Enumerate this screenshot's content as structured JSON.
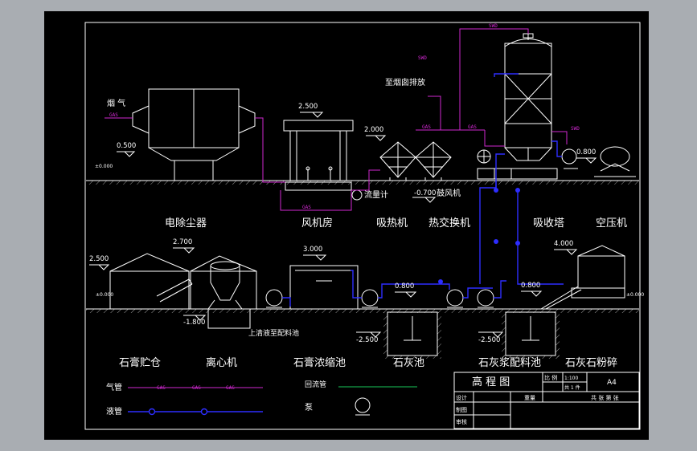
{
  "labels": {
    "smoke": "烟  气",
    "to_stack": "至烟囱排放",
    "flowmeter": "流量计",
    "blower": "鼓风机",
    "upper_liquid": "上清液至配料池"
  },
  "equipment": {
    "esp": "电除尘器",
    "fan_room": "风机房",
    "heat_absorber": "吸热机",
    "heat_exchanger": "热交换机",
    "absorber_tower": "吸收塔",
    "air_compressor": "空压机",
    "gypsum_silo": "石膏贮仓",
    "centrifuge": "离心机",
    "gypsum_thickener": "石膏浓缩池",
    "lime_pond": "石灰池",
    "slurry_pond": "石灰浆配料池",
    "limestone_crusher": "石灰石粉碎"
  },
  "elevations": {
    "e_0500": "0.500",
    "e_2500a": "2.500",
    "e_2000": "2.000",
    "e_0700": "-0.700",
    "e_0800a": "0.800",
    "e_2500b": "2.500",
    "e_2700": "2.700",
    "e_3000": "3.000",
    "e_4000": "4.000",
    "e_0800b": "0.800",
    "e_0800c": "0.800",
    "e_1800": "-1.800",
    "e_2500c": "-2.500",
    "e_2500d": "-2.500",
    "datum_a": "±0.000",
    "datum_b": "±0.000",
    "datum_c": "±0.000"
  },
  "pipe_tags": {
    "gas": "GAS",
    "swd": "SWD"
  },
  "legend": {
    "gas_pipe": "气管",
    "liquid_pipe": "液管",
    "return_pipe": "回流管",
    "pump": "泵"
  },
  "title_block": {
    "title": "高  程  图",
    "scale_label": "比 例",
    "scale_value": "1:100",
    "sheet_label": "共 1 件",
    "size": "A4",
    "design": "设计",
    "drawing": "制图",
    "check": "审核",
    "material": "重量",
    "sheet_count": "共 张  第 张"
  },
  "colors": {
    "gas_pipe": "#d028d0",
    "liquid_pipe": "#2d2dff",
    "return_pipe": "#18c85a",
    "line": "#ffffff",
    "background": "#000000"
  }
}
